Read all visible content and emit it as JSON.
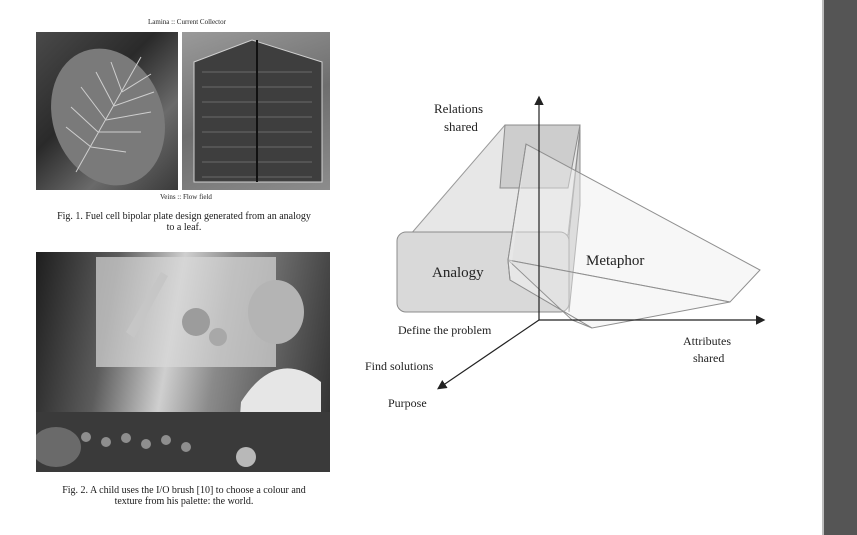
{
  "figure1": {
    "top_label": "Lamina :: Current Collector",
    "bottom_label": "Veins :: Flow field",
    "caption_line1": "Fig. 1.  Fuel cell bipolar plate design generated from an analogy",
    "caption_line2": "to a leaf."
  },
  "figure2": {
    "caption_line1": "Fig. 2.  A child uses the I/O brush [10] to choose a colour and",
    "caption_line2": "texture from his palette: the world."
  },
  "diagram": {
    "axis_vertical_line1": "Relations",
    "axis_vertical_line2": "shared",
    "axis_right_line1": "Attributes",
    "axis_right_line2": "shared",
    "axis_depth": "Purpose",
    "depth_tick_near": "Define the problem",
    "depth_tick_far": "Find solutions",
    "region_analogy": "Analogy",
    "region_metaphor": "Metaphor"
  }
}
